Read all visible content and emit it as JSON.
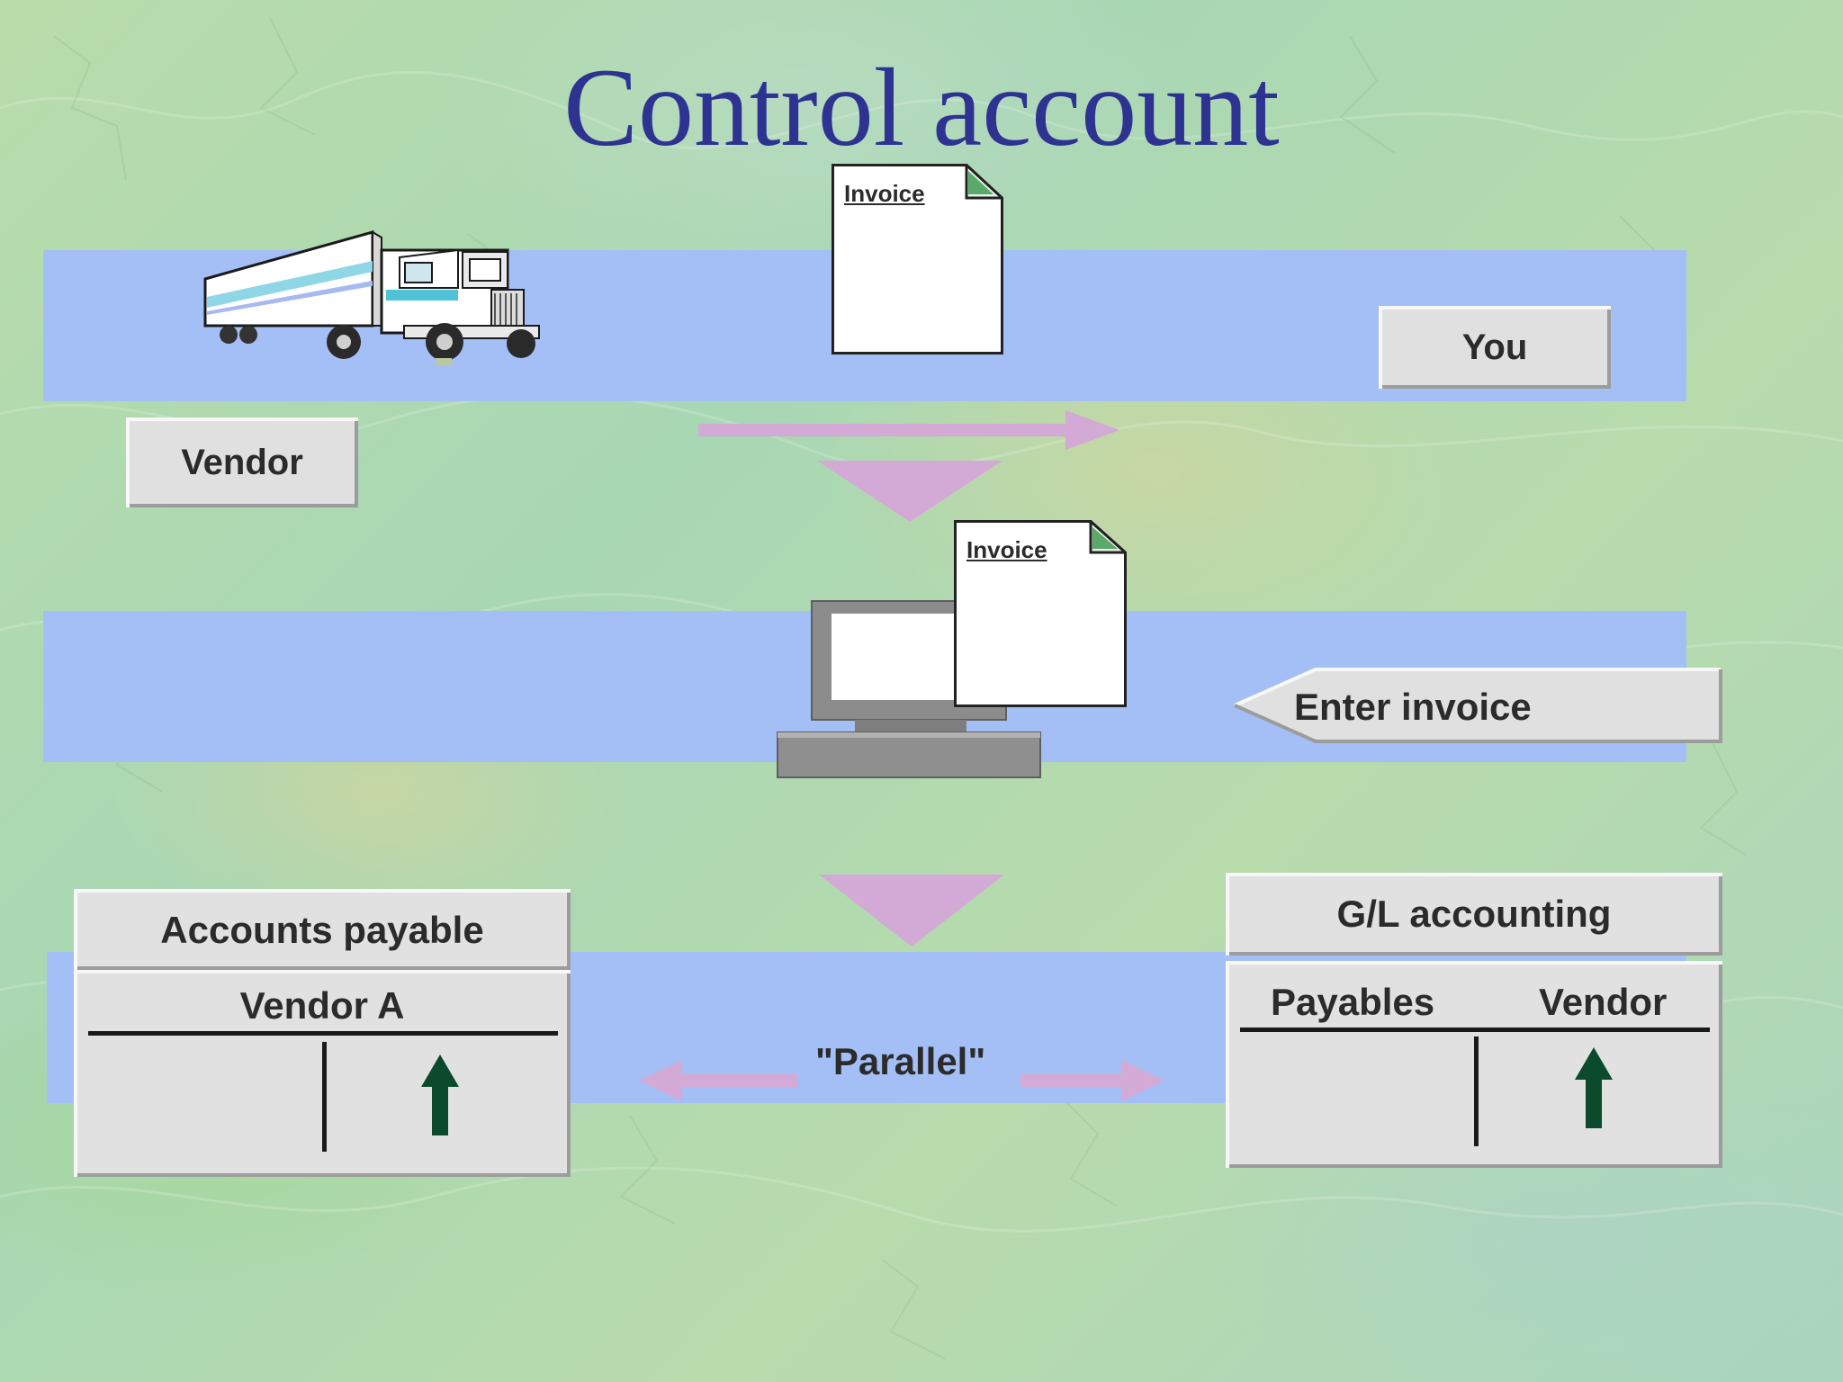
{
  "title": "Control account",
  "vendor_label": "Vendor",
  "you_label": "You",
  "invoice_doc_top": "Invoice",
  "invoice_doc_computer": "Invoice",
  "enter_invoice_label": "Enter invoice",
  "accounts_payable": {
    "header": "Accounts payable",
    "account": "Vendor A"
  },
  "gl_accounting": {
    "header": "G/L accounting",
    "left_column": "Payables",
    "right_column": "Vendor"
  },
  "parallel_label": "\"Parallel\"",
  "colors": {
    "title": "#2e3391",
    "band": "#a4bff6",
    "arrow": "#d3a9d6",
    "increase_arrow": "#0b4a2c",
    "box": "#e0e0e0"
  }
}
